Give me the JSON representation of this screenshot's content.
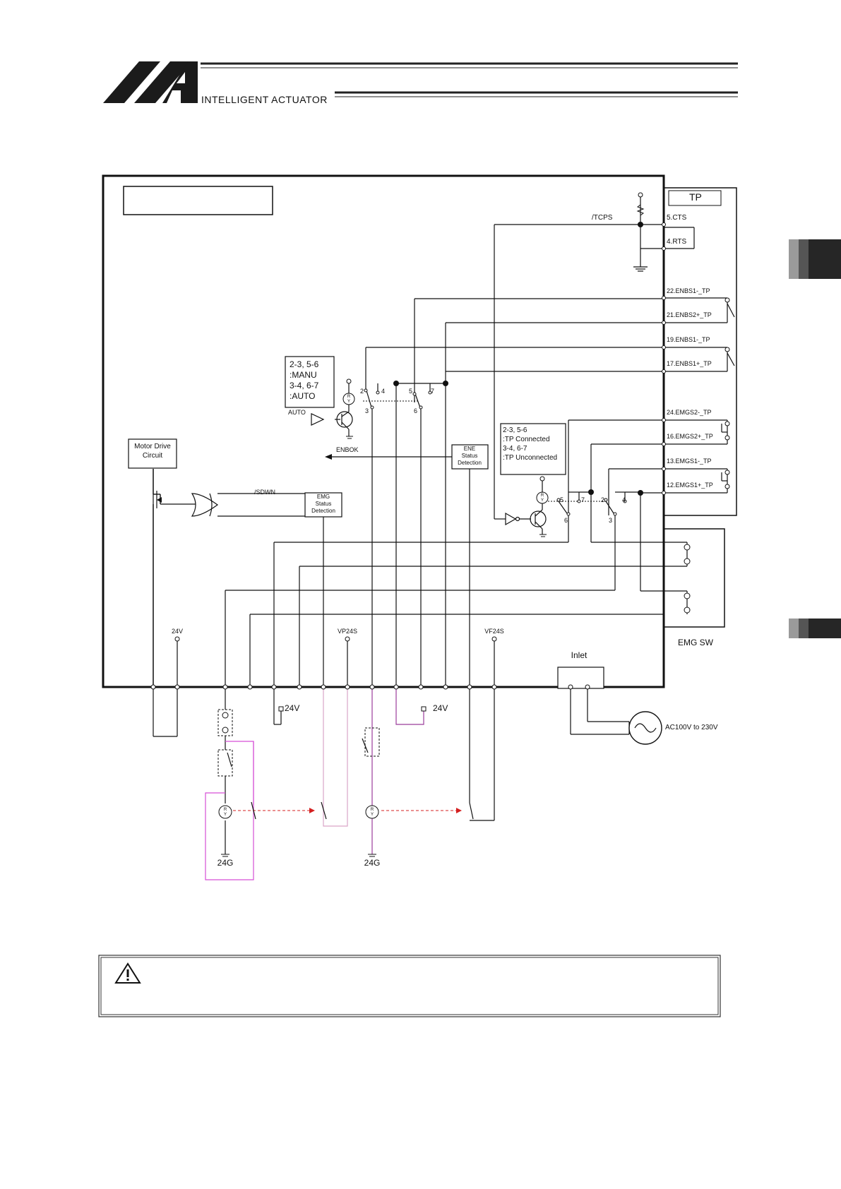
{
  "header": {
    "logo_text": "INTELLIGENT ACTUATOR"
  },
  "diagram": {
    "tp_box_label": "TP",
    "tp_pins": [
      "5.CTS",
      "4.RTS",
      "22.ENBS1-_TP",
      "21.ENBS2+_TP",
      "19.ENBS1-_TP",
      "17.ENBS1+_TP",
      "24.EMGS2-_TP",
      "16.EMGS2+_TP",
      "13.EMGS1-_TP",
      "12.EMGS1+_TP"
    ],
    "signal_tcps": "/TCPS",
    "mode_box": [
      "2-3, 5-6",
      ":MANU",
      "3-4, 6-7",
      ":AUTO"
    ],
    "tp_conn_box": [
      "2-3, 5-6",
      ":TP Connected",
      "3-4, 6-7",
      ":TP Unconnected"
    ],
    "signal_auto": "AUTO",
    "signal_enbok": "ENBOK",
    "signal_sdwn": "/SDWN",
    "motor_drive": [
      "Motor Drive",
      "Circuit"
    ],
    "emg_detect": [
      "EMG",
      "Status",
      "Detection"
    ],
    "ene_detect": [
      "ENE",
      "Status",
      "Detection"
    ],
    "switch_pins_left": [
      "2",
      "4",
      "5",
      "7",
      "3",
      "6"
    ],
    "switch_pins_right": [
      "5",
      "7",
      "2",
      "4",
      "6",
      "3"
    ],
    "rail_24v": "24V",
    "rail_vp24s": "VP24S",
    "rail_vf24s": "VF24S",
    "inlet_label": "Inlet",
    "emg_sw_label": "EMG SW",
    "ext_24v_left": "24V",
    "ext_24v_right": "24V",
    "ac_label": "AC100V to 230V",
    "ground_left": "24G",
    "ground_right": "24G",
    "relay_letters": [
      "R",
      "Y"
    ]
  },
  "colors": {
    "magenta": "#d64fd6",
    "pink": "#d9a5c8",
    "purple": "#9b3c9b",
    "red_dash": "#d42020"
  }
}
